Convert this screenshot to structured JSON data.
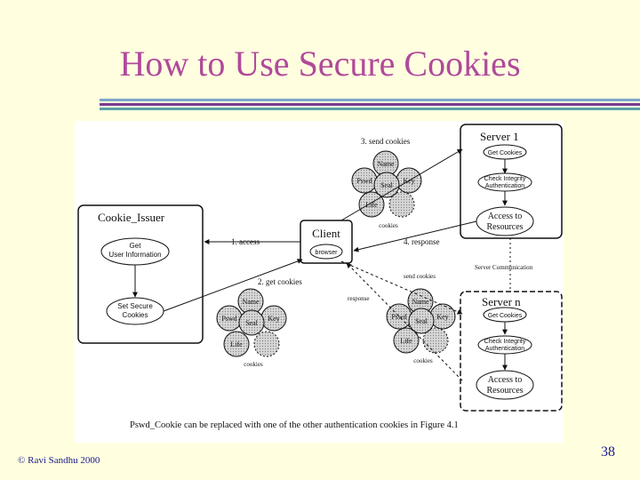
{
  "slide": {
    "title": "How to Use Secure Cookies",
    "copyright": "© Ravi Sandhu 2000",
    "page_number": "38"
  },
  "diagram": {
    "cookie_issuer": {
      "title": "Cookie_Issuer",
      "get_user_info_line1": "Get",
      "get_user_info_line2": "User Information",
      "set_cookies_line1": "Set Secure",
      "set_cookies_line2": "Cookies"
    },
    "client": {
      "title": "Client",
      "browser": "browser"
    },
    "server1": {
      "title": "Server 1",
      "get_cookies": "Get Cookies",
      "check_line1": "Check Integrity",
      "check_line2": "Authentication",
      "access_line1": "Access to",
      "access_line2": "Resources"
    },
    "servern": {
      "title": "Server n",
      "get_cookies": "Get Cookies",
      "check_line1": "Check Integrity",
      "check_line2": "Authentication",
      "access_line1": "Access to",
      "access_line2": "Resources"
    },
    "cookie_cluster": {
      "name": "Name",
      "pswd": "Pswd",
      "key": "Key",
      "seal": "Seal",
      "life": "Life",
      "caption": "cookies"
    },
    "labels": {
      "access": "1. access",
      "get_cookies": "2. get cookies",
      "send_cookies": "3. send cookies",
      "response": "4. response",
      "send_cookies_plain": "send cookies",
      "response_plain": "response",
      "server_communication": "Server Communication"
    },
    "caption": "Pswd_Cookie can be replaced with one of the other authentication cookies in Figure 4.1"
  }
}
